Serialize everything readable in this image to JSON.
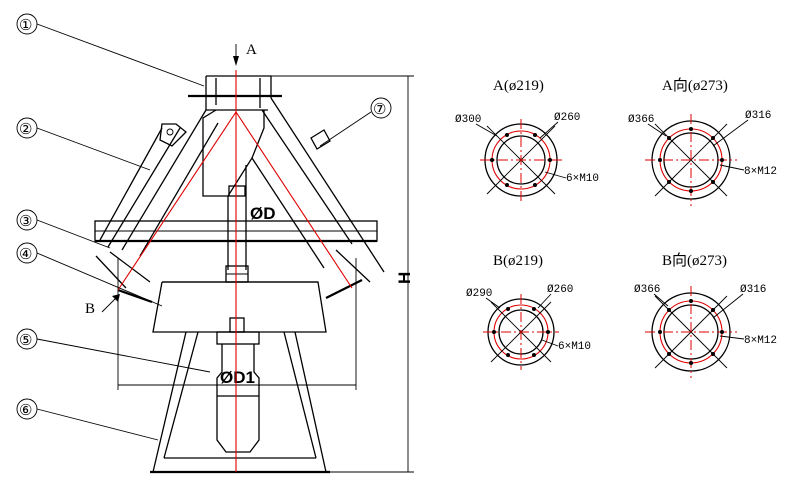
{
  "callouts": [
    "①",
    "②",
    "③",
    "④",
    "⑤",
    "⑥",
    "⑦"
  ],
  "labels": {
    "inlet_a": "A",
    "inlet_b": "B",
    "dia_d": "ØD",
    "dia_d1": "ØD1",
    "height_h": "H"
  },
  "flanges": [
    {
      "title": "A(ø219)",
      "d_outer": "Ø300",
      "d_pitch": "Ø260",
      "bolts": "6×M10"
    },
    {
      "title": "A向(ø273)",
      "d_outer": "Ø366",
      "d_pitch": "Ø316",
      "bolts": "8×M12"
    },
    {
      "title": "B(ø219)",
      "d_outer": "Ø290",
      "d_pitch": "Ø260",
      "bolts": "6×M10"
    },
    {
      "title": "B向(ø273)",
      "d_outer": "Ø366",
      "d_pitch": "Ø316",
      "bolts": "8×M12"
    }
  ],
  "colors": {
    "line": "#000000",
    "centerline": "#e00000",
    "accent": "#d08000"
  }
}
